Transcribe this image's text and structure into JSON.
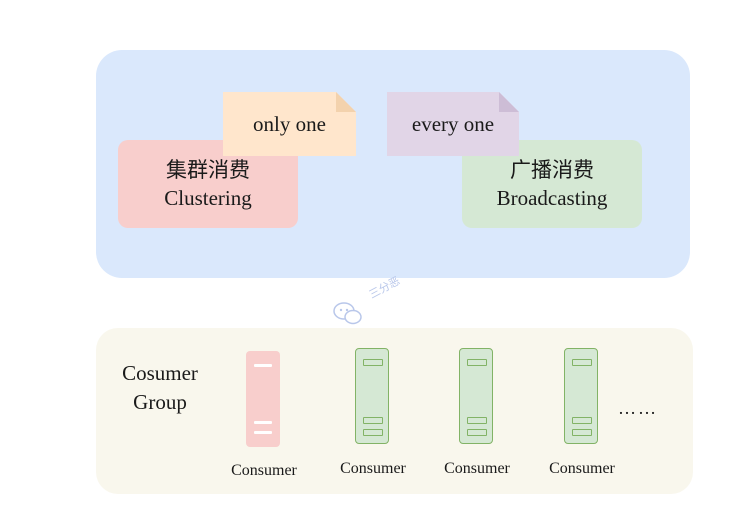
{
  "modes": {
    "clustering": {
      "cn": "集群消费",
      "en": "Clustering",
      "note": "only one",
      "color": "#f8cecc",
      "note_color": "#ffe6cc"
    },
    "broadcasting": {
      "cn": "广播消费",
      "en": "Broadcasting",
      "note": "every one",
      "color": "#d5e8d4",
      "note_color": "#e1d5e7"
    }
  },
  "panel_colors": {
    "top": "#dae8fc",
    "bottom": "#f9f7ed"
  },
  "watermark": {
    "text": "三分恶",
    "icon": "wechat-icon"
  },
  "consumer_group": {
    "label_line1": "Cosumer",
    "label_line2": "Group",
    "consumers": [
      {
        "label": "Consumer",
        "status_color": "#f8cecc"
      },
      {
        "label": "Consumer",
        "status_color": "#d5e8d4"
      },
      {
        "label": "Consumer",
        "status_color": "#d5e8d4"
      },
      {
        "label": "Consumer",
        "status_color": "#d5e8d4"
      }
    ],
    "more": "……"
  }
}
